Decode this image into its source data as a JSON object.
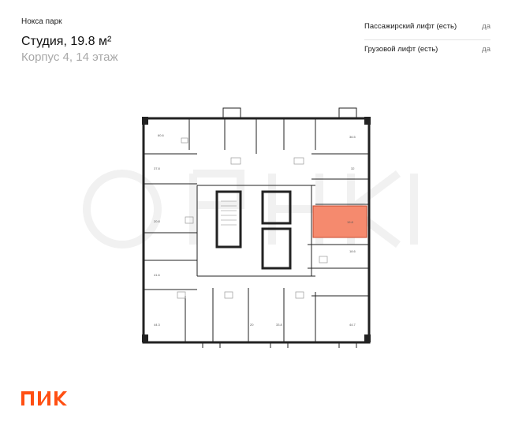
{
  "header": {
    "project": "Нокса парк",
    "title": "Студия, 19.8 м²",
    "subtitle": "Корпус 4, 14 этаж"
  },
  "features": [
    {
      "label": "Пассажирский лифт (есть)",
      "value": "да"
    },
    {
      "label": "Грузовой лифт (есть)",
      "value": "да"
    }
  ],
  "plan": {
    "highlight_color": "#f58a6e",
    "unit_labels": [
      "60.6",
      "36.5",
      "37.8",
      "32",
      "20.8",
      "19.8",
      "41.6",
      "18.6",
      "44.3",
      "20",
      "33.8",
      "44.7"
    ]
  },
  "logo": {
    "text": "ПИК",
    "color": "#ff4f12"
  }
}
